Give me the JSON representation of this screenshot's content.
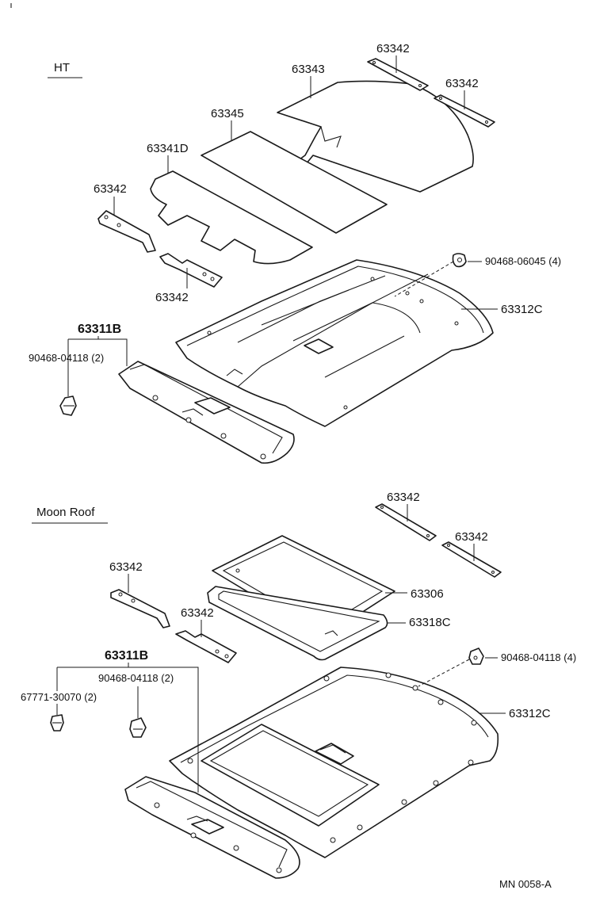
{
  "sections": {
    "ht": {
      "title": "HT"
    },
    "moon_roof": {
      "title": "Moon Roof"
    }
  },
  "labels": {
    "ht_63342_a": "63342",
    "ht_63343": "63343",
    "ht_63342_b": "63342",
    "ht_63345": "63345",
    "ht_63341D": "63341D",
    "ht_63342_c": "63342",
    "ht_63342_d": "63342",
    "ht_90468_06045": "90468-06045 (4)",
    "ht_63312C": "63312C",
    "ht_63311B": "63311B",
    "ht_90468_04118": "90468-04118 (2)",
    "mr_63342_a": "63342",
    "mr_63342_b": "63342",
    "mr_63342_c": "63342",
    "mr_63306": "63306",
    "mr_63342_d": "63342",
    "mr_63318C": "63318C",
    "mr_63311B": "63311B",
    "mr_90468_04118_r": "90468-04118 (4)",
    "mr_90468_04118_l": "90468-04118 (2)",
    "mr_67771_30070": "67771-30070 (2)",
    "mr_63312C": "63312C"
  },
  "figure_code": "MN  0058-A"
}
